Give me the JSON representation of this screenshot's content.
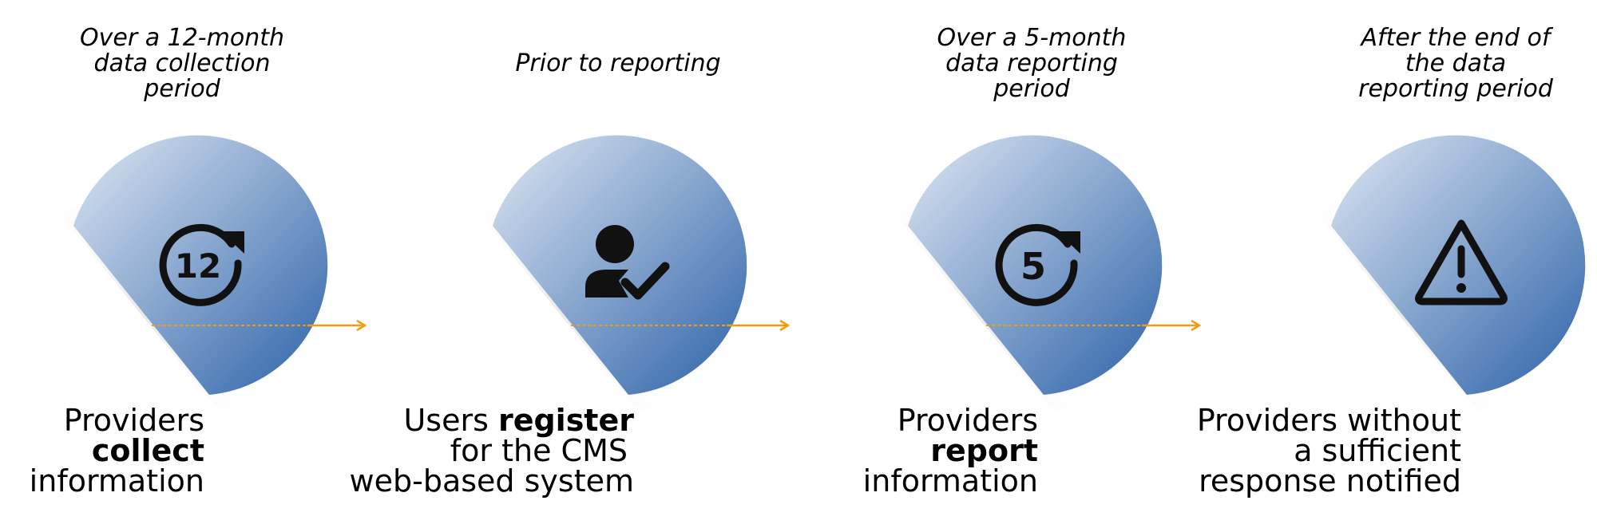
{
  "steps": [
    {
      "timing": [
        "Over a 12-month",
        "data collection",
        "period"
      ],
      "icon": "twelve-month-refresh-icon",
      "icon_number": "12",
      "label": {
        "line1_pre": "Providers",
        "line1_bold": "",
        "line2_pre": "",
        "line2_bold": "collect",
        "line3": "information"
      }
    },
    {
      "timing": [
        "Prior to reporting"
      ],
      "icon": "user-check-icon",
      "label": {
        "line1_pre": "Users ",
        "line1_bold": "register",
        "line2_pre": "for the CMS",
        "line2_bold": "",
        "line3": "web-based system"
      }
    },
    {
      "timing": [
        "Over a 5-month",
        "data reporting",
        "period"
      ],
      "icon": "five-month-refresh-icon",
      "icon_number": "5",
      "label": {
        "line1_pre": "Providers",
        "line1_bold": "",
        "line2_pre": "",
        "line2_bold": "report",
        "line3": "information"
      }
    },
    {
      "timing": [
        "After the end of",
        "the data",
        "reporting period"
      ],
      "icon": "warning-triangle-icon",
      "label": {
        "line1_pre": "Providers without",
        "line1_bold": "",
        "line2_pre": "a sufficient",
        "line2_bold": "",
        "line3": "response notified"
      }
    }
  ],
  "colors": {
    "circle_light": "#dde6f2",
    "circle_dark": "#2c62a9",
    "arrow": "#f39c12",
    "icon": "#111111"
  }
}
